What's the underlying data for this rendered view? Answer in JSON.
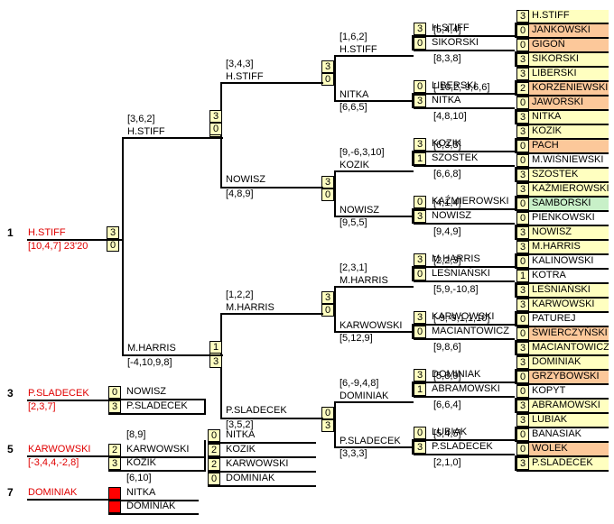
{
  "colors": {
    "yellow": "#ffffc0",
    "orange": "#fcc89a",
    "green": "#c8f0c8",
    "redbox": "#ff0000",
    "red": "#e00000"
  },
  "ranking": [
    {
      "rank": "1",
      "name": "H.STIFF",
      "detail": "[10,4,7] 23'20"
    },
    {
      "rank": "3",
      "name": "P.SLADECEK",
      "detail": "[2,3,7]"
    },
    {
      "rank": "5",
      "name": "KARWOWSKI",
      "detail": "[-3,4,4,-2,8]"
    },
    {
      "rank": "7",
      "name": "DOMINIAK",
      "detail": ""
    }
  ],
  "first_round": [
    {
      "name": "H.STIFF",
      "score": "3",
      "bg": "yellow"
    },
    {
      "name": "JANKOWSKI",
      "score": "0",
      "bg": "orange"
    },
    {
      "name": "GIGOŃ",
      "score": "0",
      "bg": "orange"
    },
    {
      "name": "SIKORSKI",
      "score": "3",
      "bg": "yellow"
    },
    {
      "name": "LIBERSKI",
      "score": "3",
      "bg": "yellow"
    },
    {
      "name": "KORZENIEWSKI",
      "score": "2",
      "bg": "orange"
    },
    {
      "name": "JAWORSKI",
      "score": "0",
      "bg": "orange"
    },
    {
      "name": "NITKA",
      "score": "3",
      "bg": "yellow"
    },
    {
      "name": "KOZIK",
      "score": "3",
      "bg": "yellow"
    },
    {
      "name": "PACH",
      "score": "0",
      "bg": "orange"
    },
    {
      "name": "M.WIŚNIEWSKI",
      "score": "0",
      "bg": "white"
    },
    {
      "name": "SZOSTEK",
      "score": "3",
      "bg": "yellow"
    },
    {
      "name": "KAŹMIEROWSKI",
      "score": "3",
      "bg": "yellow"
    },
    {
      "name": "SAMBORSKI",
      "score": "0",
      "bg": "green"
    },
    {
      "name": "PIEŃKOWSKI",
      "score": "0",
      "bg": "white"
    },
    {
      "name": "NOWISZ",
      "score": "3",
      "bg": "yellow"
    },
    {
      "name": "M.HARRIS",
      "score": "3",
      "bg": "yellow"
    },
    {
      "name": "KALINOWSKI",
      "score": "0",
      "bg": "white"
    },
    {
      "name": "KOTRA",
      "score": "1",
      "bg": "white"
    },
    {
      "name": "LEŚNIAŃSKI",
      "score": "3",
      "bg": "yellow"
    },
    {
      "name": "KARWOWSKI",
      "score": "3",
      "bg": "yellow"
    },
    {
      "name": "PATUREJ",
      "score": "0",
      "bg": "white"
    },
    {
      "name": "ŚWIERCZYŃSKI",
      "score": "0",
      "bg": "orange"
    },
    {
      "name": "MACIANTOWICZ",
      "score": "3",
      "bg": "yellow"
    },
    {
      "name": "DOMINIAK",
      "score": "3",
      "bg": "yellow"
    },
    {
      "name": "GRZYBOWSKI",
      "score": "0",
      "bg": "orange"
    },
    {
      "name": "KOPYT",
      "score": "0",
      "bg": "white"
    },
    {
      "name": "ABRAMOWSKI",
      "score": "3",
      "bg": "yellow"
    },
    {
      "name": "LUBIAK",
      "score": "3",
      "bg": "yellow"
    },
    {
      "name": "BANASIAK",
      "score": "0",
      "bg": "white"
    },
    {
      "name": "WOLEK",
      "score": "0",
      "bg": "orange"
    },
    {
      "name": "P.SLADECEK",
      "score": "3",
      "bg": "yellow"
    }
  ],
  "first_round_sets": [
    "[5,4,4]",
    "[8,3,8]",
    "[-10,2,-9,6,6]",
    "[4,8,10]",
    "[6,3,5]",
    "[6,6,8]",
    "[4,1,4]",
    "[9,4,9]",
    "[2,2,3]",
    "[5,9,-10,8]",
    "[-9,-9,1,1,10]",
    "[9,8,6]",
    "[5,8,9]",
    "[6,6,4]",
    "[5,4,5]",
    "[2,1,0]"
  ],
  "round2": [
    {
      "top": "H.STIFF",
      "s1": "3",
      "bot": "SIKORSKI",
      "s2": "0"
    },
    {
      "top": "LIBERSKI",
      "s1": "0",
      "bot": "NITKA",
      "s2": "3"
    },
    {
      "top": "KOZIK",
      "s1": "3",
      "bot": "SZOSTEK",
      "s2": "1"
    },
    {
      "top": "KAŹMIEROWSKI",
      "s1": "0",
      "bot": "NOWISZ",
      "s2": "3"
    },
    {
      "top": "M.HARRIS",
      "s1": "3",
      "bot": "LEŚNIAŃSKI",
      "s2": "0"
    },
    {
      "top": "KARWOWSKI",
      "s1": "3",
      "bot": "MACIANTOWICZ",
      "s2": "0"
    },
    {
      "top": "DOMINIAK",
      "s1": "3",
      "bot": "ABRAMOWSKI",
      "s2": "1"
    },
    {
      "top": "LUBIAK",
      "s1": "0",
      "bot": "P.SLADECEK",
      "s2": "3"
    }
  ],
  "round3": [
    {
      "top": "H.STIFF",
      "topset": "[1,6,2]",
      "s1": "3",
      "bot": "NITKA",
      "botset": "[6,6,5]",
      "s2": "0"
    },
    {
      "top": "KOZIK",
      "topset": "[9,-6,3,10]",
      "s1": "3",
      "bot": "NOWISZ",
      "botset": "[9,5,5]",
      "s2": "0"
    },
    {
      "top": "M.HARRIS",
      "topset": "[2,3,1]",
      "s1": "3",
      "bot": "KARWOWSKI",
      "botset": "[5,12,9]",
      "s2": "0"
    },
    {
      "top": "DOMINIAK",
      "topset": "[6,-9,4,8]",
      "s1": "0",
      "bot": "P.SLADECEK",
      "botset": "[3,3,3]",
      "s2": "3"
    }
  ],
  "round4": [
    {
      "top": "H.STIFF",
      "topset": "[3,4,3]",
      "s1": "3",
      "bot": "NOWISZ",
      "botset": "[4,8,9]",
      "s2": "0"
    },
    {
      "top": "M.HARRIS",
      "topset": "[1,2,2]",
      "s1": "3",
      "bot": "P.SLADECEK",
      "botset": "[3,5,2]",
      "s2": "0"
    }
  ],
  "round5": {
    "top": "H.STIFF",
    "topset": "[3,6,2]",
    "s1": "3",
    "bot": "M.HARRIS",
    "botset": "[-4,10,9,8]",
    "s2": "1"
  },
  "final": {
    "s1": "3",
    "s2": "0"
  },
  "third_place": {
    "top": "NOWISZ",
    "s1": "0",
    "bot": "P.SLADECEK",
    "s2": "3"
  },
  "fifth_semis": [
    {
      "top": "NITKA",
      "s1": "0",
      "bot": "KOZIK",
      "s2": "2",
      "set": "[8,9]"
    },
    {
      "top": "KARWOWSKI",
      "s1": "2",
      "bot": "DOMINIAK",
      "s2": "0",
      "set": ""
    }
  ],
  "fifth_final": {
    "top": "KOZIK",
    "s1": "2",
    "bot": "KARWOWSKI",
    "s2": "3",
    "set": "[8,9]"
  },
  "seventh": {
    "top": "NITKA",
    "bot": "DOMINIAK",
    "set": "[6,10]"
  }
}
